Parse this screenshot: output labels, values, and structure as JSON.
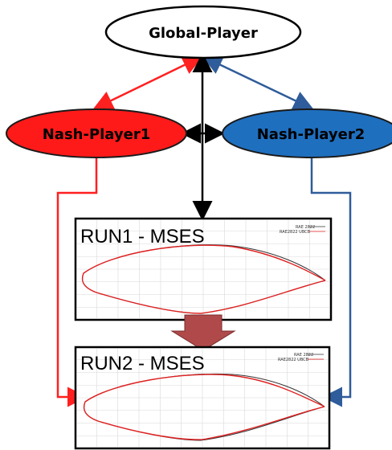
{
  "nodes": {
    "global": {
      "label": "Global-Player",
      "fill": "#ffffff"
    },
    "nash1": {
      "label": "Nash-Player1",
      "fill": "#ff1a1a"
    },
    "nash2": {
      "label": "Nash-Player2",
      "fill": "#1f6fbf"
    }
  },
  "runs": [
    {
      "title": "RUN1 - MSES",
      "legend": [
        "RAE 2822",
        "RAE2822  UBCB"
      ]
    },
    {
      "title": "RUN2 - MSES",
      "legend": [
        "RAE 2822",
        "RAE2822  UBCB"
      ]
    }
  ],
  "colors": {
    "red_link": "#ff2020",
    "blue_link": "#2f5c9a",
    "black_link": "#000000",
    "down_arrow": "#b04a4a",
    "airfoil_red": "#e02020",
    "airfoil_black": "#333333",
    "grid": "#d8d8d8"
  }
}
